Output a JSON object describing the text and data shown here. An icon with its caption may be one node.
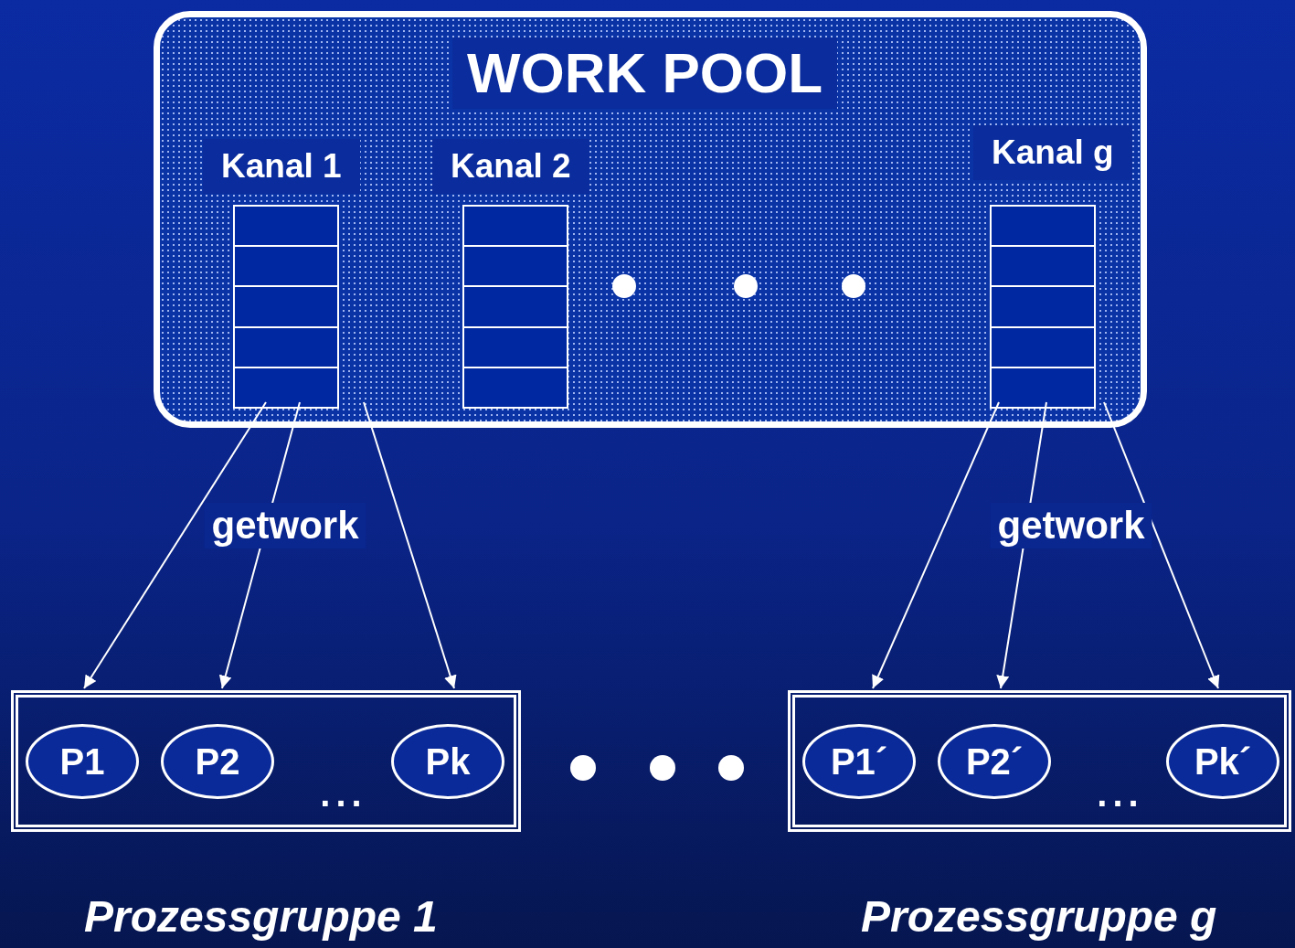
{
  "diagram": {
    "nodes": [
      {
        "text": [
          "WORK POOL"
        ]
      },
      {
        "text": [
          "Kanal 1"
        ],
        "in": 0
      },
      {
        "text": [
          "Kanal 2"
        ],
        "in": 0
      },
      {
        "text": [
          "Kanal g"
        ],
        "in": 0
      },
      {
        "text": [],
        "shape": "box",
        "beside": [
          "Prozessgruppe 1"
        ]
      },
      {
        "text": [
          "P1"
        ],
        "in": 4
      },
      {
        "text": [
          "P2"
        ],
        "in": 4
      },
      {
        "text": [
          "Pk"
        ],
        "in": 4
      },
      {
        "text": [],
        "shape": "box",
        "beside": [
          "Prozessgruppe g"
        ]
      },
      {
        "text": [
          "P1´"
        ],
        "in": 8
      },
      {
        "text": [
          "P2´"
        ],
        "in": 8
      },
      {
        "text": [
          "Pk´"
        ],
        "in": 8
      }
    ],
    "edges": [
      {
        "from": 1,
        "to": 4,
        "arrow": "to"
      },
      {
        "from": 1,
        "to": 4,
        "arrow": "to",
        "label": "getwork"
      },
      {
        "from": 1,
        "to": 4,
        "arrow": "to"
      },
      {
        "from": 3,
        "to": 8,
        "arrow": "to"
      },
      {
        "from": 3,
        "to": 8,
        "arrow": "to",
        "label": "getwork"
      },
      {
        "from": 3,
        "to": 8,
        "arrow": "to"
      }
    ],
    "labels": [
      "...",
      "..."
    ]
  }
}
